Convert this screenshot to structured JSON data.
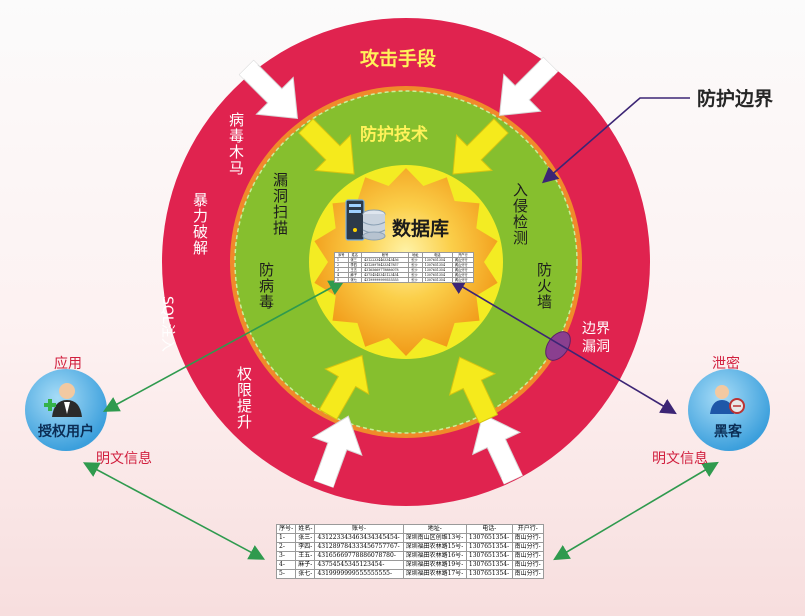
{
  "outer_ring": {
    "title": "攻击手段",
    "items": [
      "病毒木马",
      "暴力破解",
      "SQL注入",
      "权限提升"
    ]
  },
  "middle_ring": {
    "title": "防护技术",
    "items": [
      "漏洞扫描",
      "防病毒",
      "入侵检测",
      "防火墙"
    ]
  },
  "core": {
    "title": "数据库"
  },
  "boundary_label": "防护边界",
  "leak_label": "边界漏洞",
  "authorized_user": {
    "label": "授权用户",
    "top": "应用",
    "bottom": "明文信息"
  },
  "hacker": {
    "label": "黑客",
    "top": "泄密",
    "bottom": "明文信息"
  },
  "inner_table": {
    "headers": [
      "序号",
      "姓名",
      "帐号",
      "地址",
      "电话",
      "开户行"
    ],
    "rows": [
      [
        "1",
        "张三",
        "43122334463343456",
        "长沙",
        "1307651354",
        "阁山分行"
      ],
      [
        "2",
        "李四",
        "43128978433347857",
        "长沙",
        "1307651354",
        "阁山分行"
      ],
      [
        "3",
        "王五",
        "43165669778886078",
        "长沙",
        "1307651354",
        "阁山分行"
      ],
      [
        "4",
        "麻子",
        "43754545345123454",
        "长沙",
        "1307651354",
        "阁山分行"
      ],
      [
        "5",
        "张七",
        "43199999999555555",
        "长沙",
        "1307651354",
        "阁山分行"
      ]
    ]
  },
  "bottom_table": {
    "headers": [
      "序号-",
      "姓名-",
      "账号-",
      "地址-",
      "电话-",
      "开户行-"
    ],
    "rows": [
      [
        "1-",
        "张三-",
        "431223343463434345454-",
        "深圳南山区创维13号-",
        "1307651354-",
        "南山分行-"
      ],
      [
        "2-",
        "李四-",
        "431289784333456757767-",
        "深圳福田农林路15号-",
        "1307651354-",
        "南山分行-"
      ],
      [
        "3-",
        "王五-",
        "43165669778886078780-",
        "深圳福田农林路16号-",
        "1307651354-",
        "南山分行-"
      ],
      [
        "4-",
        "麻子-",
        "43754545345123454-",
        "深圳福田农林路19号-",
        "1307651354-",
        "南山分行-"
      ],
      [
        "5-",
        "张七-",
        "4319999999555555555-",
        "深圳福田农林路17号-",
        "1307651354-",
        "南山分行-"
      ]
    ]
  },
  "colors": {
    "outer": "#e0234f",
    "middle": "#86bf2e",
    "inner": "#f3ec23",
    "core": "#f6a81e",
    "user_bubble": "#59b2e6",
    "arrow_green": "#2f9a4e",
    "arrow_purple": "#3c2575"
  }
}
